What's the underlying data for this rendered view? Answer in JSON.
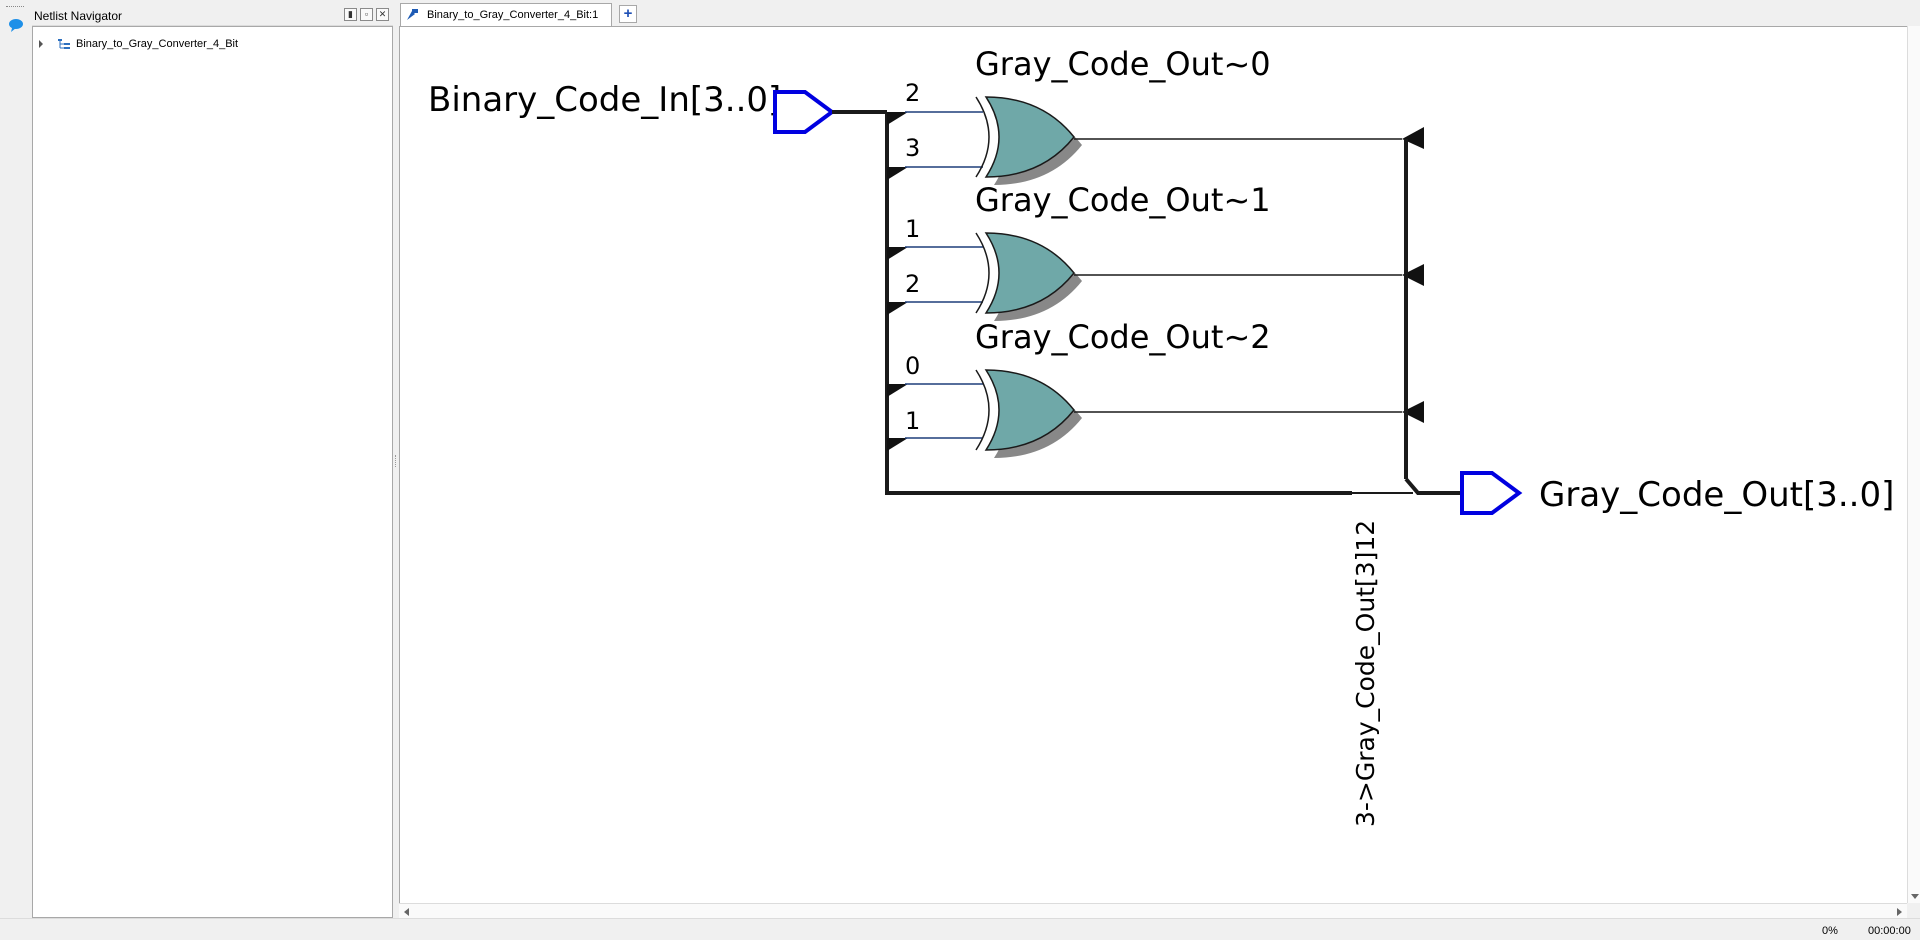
{
  "navigator": {
    "title": "Netlist Navigator",
    "tree_root": "Binary_to_Gray_Converter_4_Bit",
    "header_buttons": [
      "pin-icon",
      "float-icon",
      "close-icon"
    ]
  },
  "tabs": {
    "active_label": "Binary_to_Gray_Converter_4_Bit:1",
    "add_label": "+"
  },
  "schematic": {
    "input_port": "Binary_Code_In[3..0]",
    "output_port": "Gray_Code_Out[3..0]",
    "gates": [
      {
        "label": "Gray_Code_Out~0",
        "type": "XOR",
        "inputs": [
          "2",
          "3"
        ]
      },
      {
        "label": "Gray_Code_Out~1",
        "type": "XOR",
        "inputs": [
          "1",
          "2"
        ]
      },
      {
        "label": "Gray_Code_Out~2",
        "type": "XOR",
        "inputs": [
          "0",
          "1"
        ]
      }
    ],
    "bus_label": "3->Gray_Code_Out[3]12",
    "colors": {
      "gate_fill": "#6fa8a8",
      "port_stroke": "#0000e0",
      "wire": "#1a1a1a",
      "signal_wire": "#1f3f7a"
    }
  },
  "status": {
    "progress": "0%",
    "elapsed": "00:00:00"
  }
}
